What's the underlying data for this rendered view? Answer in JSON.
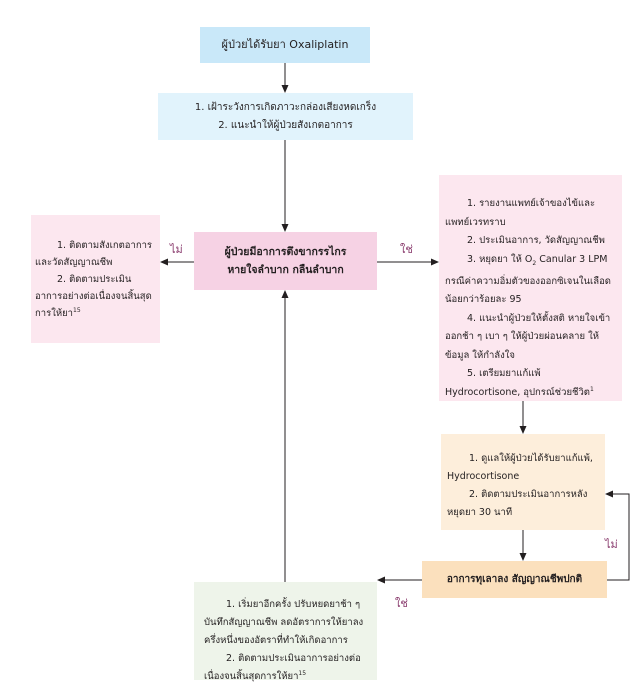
{
  "colors": {
    "blue_dark": "#c9e8f9",
    "blue_light": "#e1f3fc",
    "pink_dark": "#f6d2e4",
    "pink_light": "#fce7ef",
    "peach_light": "#fdeedb",
    "peach_dark": "#fbe0bd",
    "green_light": "#eef4ea",
    "label": "#8a3c6e"
  },
  "nodes": {
    "start": {
      "text": "ผู้ป่วยได้รับยา  Oxaliplatin"
    },
    "monitor": {
      "lines": [
        "1. เฝ้าระวังการเกิดภาวะกล่องเสียงหดเกร็ง",
        "2. แนะนำให้ผู้ป่วยสังเกตอาการ"
      ]
    },
    "decision": {
      "lines": [
        "ผู้ป่วยมีอาการตึงขากรรไกร",
        "หายใจลำบาก  กลืนลำบาก"
      ]
    },
    "no_branch": {
      "items": [
        "1. ติดตามสังเกตอาการและวัดสัญญาณชีพ",
        "2.  ติดตามประเมินอาการอย่างต่อเนื่องจนสิ้นสุดการให้ยา"
      ],
      "ref": "15"
    },
    "yes_branch": {
      "items": [
        "1.  รายงานแพทย์เจ้าของไข้และแพทย์เวรทราบ",
        "2. ประเมินอาการ, วัดสัญญาณชีพ",
        "3. หยุดยา ให้ O",
        "4. แนะนำผู้ป่วยให้ตั้งสติ หายใจเข้าออกช้า ๆ เบา ๆ ให้ผู้ป่วยผ่อนคลาย ให้ข้อมูล ให้กำลังใจ",
        "5. เตรียมยาแก้แพ้ Hydrocortisone, อุปกรณ์ช่วยชีวิต"
      ],
      "o2_sub": "2",
      "item3_rest": " Canular 3 LPM กรณีค่าความอิ่มตัวของออกซิเจนในเลือด น้อยกว่าร้อยละ 95",
      "ref": "1"
    },
    "care": {
      "items": [
        "1.  ดูแลให้ผู้ป่วยได้รับยาแก้แพ้, Hydrocortisone",
        "2.  ติดตามประเมินอาการหลังหยุดยา 30 นาที"
      ]
    },
    "check": {
      "text": "อาการทุเลาลง สัญญาณชีพปกติ"
    },
    "restart": {
      "items": [
        "1. เริ่มยาอีกครั้ง ปรับหยดยาช้า ๆ บันทึกสัญญาณชีพ ลดอัตราการให้ยาลงครึ่งหนึ่งของอัตราที่ทำให้เกิดอาการ",
        "2. ติดตามประเมินอาการอย่างต่อเนื่องจนสิ้นสุดการให้ยา"
      ],
      "ref": "15"
    }
  },
  "edge_labels": {
    "decision_no": "ไม่",
    "decision_yes": "ใช่",
    "check_no": "ไม่",
    "check_yes": "ใช่"
  }
}
